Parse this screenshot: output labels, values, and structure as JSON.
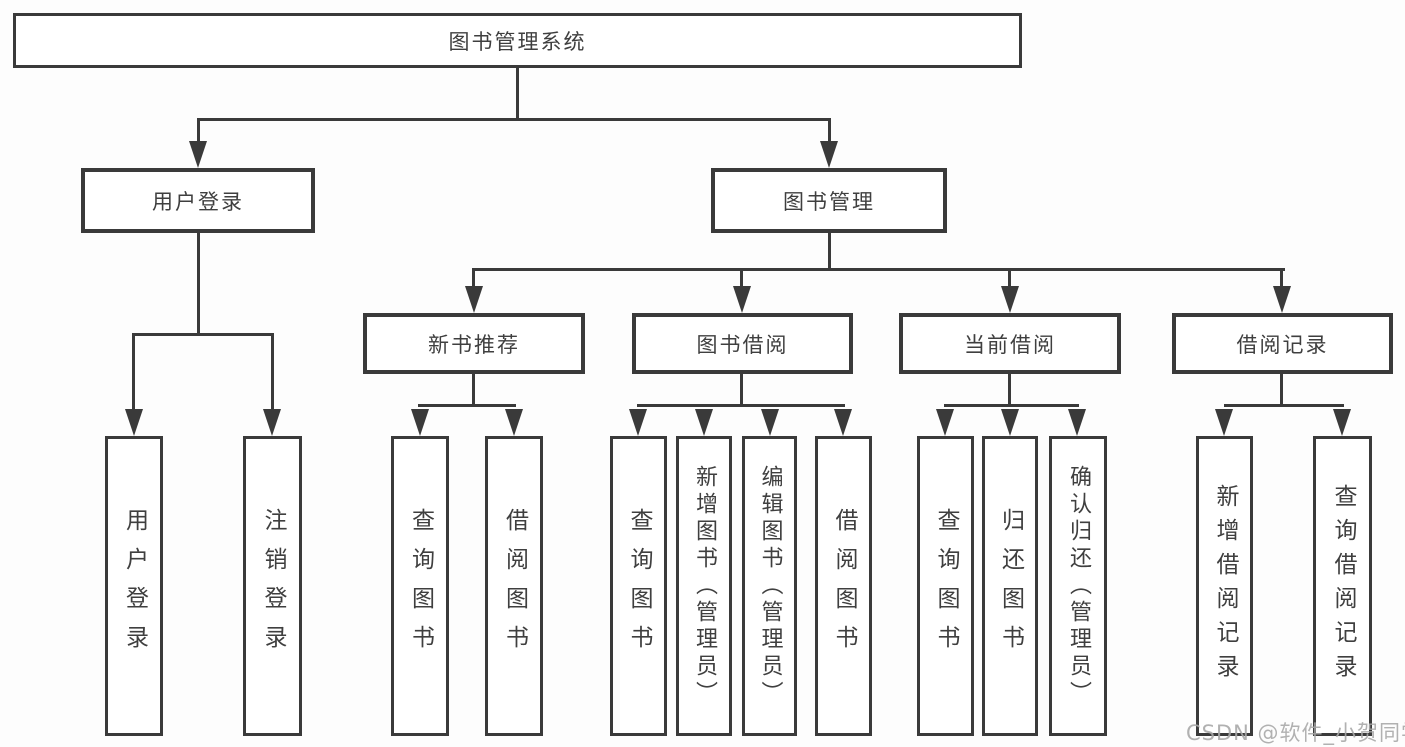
{
  "title": "图书管理系统",
  "branches": {
    "login": {
      "label": "用户登录",
      "children": [
        "用户登录",
        "注销登录"
      ]
    },
    "management": {
      "label": "图书管理",
      "sections": {
        "new_books": {
          "label": "新书推荐",
          "children": [
            "查询图书",
            "借阅图书"
          ]
        },
        "borrowing": {
          "label": "图书借阅",
          "children": [
            "查询图书",
            "新增图书（管理员）",
            "编辑图书（管理员）",
            "借阅图书"
          ]
        },
        "current": {
          "label": "当前借阅",
          "children": [
            "查询图书",
            "归还图书",
            "确认归还（管理员）"
          ]
        },
        "records": {
          "label": "借阅记录",
          "children": [
            "新增借阅记录",
            "查询借阅记录"
          ]
        }
      }
    }
  },
  "watermark": "CSDN @软件_小贺同学",
  "colors": {
    "line": "#3a3a3a",
    "text": "#3f3f3f",
    "watermark": "#a8a8a8",
    "background": "#fdfdfd"
  }
}
